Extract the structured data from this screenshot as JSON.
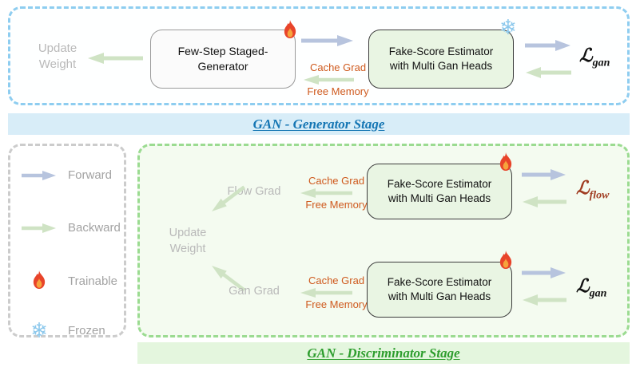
{
  "colors": {
    "forward_arrow": "#b7c4de",
    "backward_arrow": "#cfe3c4",
    "cache_text": "#cf5a1e",
    "generator_banner_text": "#1576b4",
    "discriminator_banner_text": "#2f9e2f",
    "loss_flow_text": "#a03d22",
    "snowflake": "#8cc8ec",
    "flame": "#e8442a"
  },
  "generator_stage": {
    "update_weight": "Update Weight",
    "generator_box": "Few-Step Staged-Generator",
    "cache_grad": "Cache Grad",
    "free_memory": "Free Memory",
    "estimator_box_line1": "Fake-Score Estimator",
    "estimator_box_line2": "with Multi Gan Heads",
    "loss_symbol": "ℒ",
    "loss_sub": "gan",
    "banner": "GAN - Generator Stage"
  },
  "discriminator_stage": {
    "update_weight": "Update Weight",
    "banner": "GAN - Discriminator Stage",
    "rows": [
      {
        "grad_label": "Flow Grad",
        "cache_grad": "Cache Grad",
        "free_memory": "Free Memory",
        "estimator_box_line1": "Fake-Score Estimator",
        "estimator_box_line2": "with Multi Gan Heads",
        "loss_symbol": "ℒ",
        "loss_sub": "flow"
      },
      {
        "grad_label": "Gan Grad",
        "cache_grad": "Cache Grad",
        "free_memory": "Free Memory",
        "estimator_box_line1": "Fake-Score Estimator",
        "estimator_box_line2": "with Multi Gan Heads",
        "loss_symbol": "ℒ",
        "loss_sub": "gan"
      }
    ]
  },
  "legend": {
    "items": [
      {
        "icon": "forward-arrow-icon",
        "label": "Forward"
      },
      {
        "icon": "backward-arrow-icon",
        "label": "Backward"
      },
      {
        "icon": "flame-icon",
        "label": "Trainable"
      },
      {
        "icon": "snowflake-icon",
        "label": "Frozen"
      }
    ]
  }
}
